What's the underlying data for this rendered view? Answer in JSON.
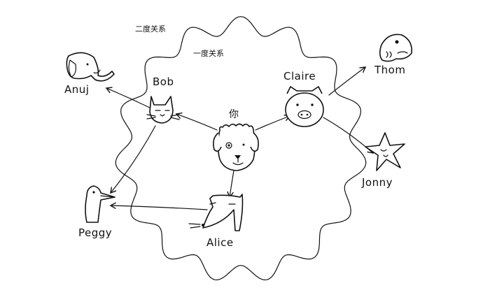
{
  "diagram": {
    "zones": {
      "second_degree": "二度关系",
      "first_degree": "一度关系"
    },
    "center_label": "你",
    "people": {
      "bob": "Bob",
      "claire": "Claire",
      "alice": "Alice",
      "anuj": "Anuj",
      "thom": "Thom",
      "jonny": "Jonny",
      "peggy": "Peggy"
    },
    "edges": [
      {
        "from": "you",
        "to": "bob"
      },
      {
        "from": "you",
        "to": "claire"
      },
      {
        "from": "you",
        "to": "alice"
      },
      {
        "from": "bob",
        "to": "anuj"
      },
      {
        "from": "bob",
        "to": "peggy"
      },
      {
        "from": "alice",
        "to": "peggy"
      },
      {
        "from": "claire",
        "to": "thom"
      },
      {
        "from": "claire",
        "to": "jonny"
      }
    ]
  }
}
